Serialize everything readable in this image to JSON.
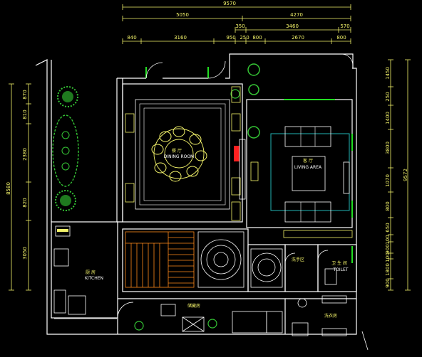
{
  "colors": {
    "background": "#000000",
    "wall": "#ffffff",
    "dimension": "#f3f36a",
    "plant": "#35c535",
    "window": "#22dd22",
    "furniture": "#f3f36a",
    "stair": "#ff8a1a",
    "red_mark": "#ff2020",
    "cyan_rug": "#22b5b5"
  },
  "dimensions": {
    "top_total": "9570",
    "top_row2": [
      "5050",
      "4270"
    ],
    "top_row3": [
      "350",
      "3460",
      "570"
    ],
    "top_row4": [
      "840",
      "3160",
      "950",
      "250",
      "800",
      "2670",
      "800"
    ],
    "left_total": "8580",
    "left_segments": [
      "870",
      "810",
      "2380",
      "820",
      "3050"
    ],
    "right_total": "9572",
    "right_segments": [
      "1450",
      "250",
      "1400",
      "3800",
      "1070",
      "800",
      "650",
      "100",
      "900",
      "100",
      "1800",
      "900"
    ]
  },
  "rooms": {
    "dining_cn": "餐 厅",
    "dining_en": "DINING ROOM",
    "living_cn": "客 厅",
    "living_en": "LIVING   AREA",
    "kitchen_cn": "厨 房",
    "kitchen_en": "KITCHEN",
    "wash_cn": "洗手区",
    "toilet_cn": "卫 生 间",
    "toilet_en": "TOILET",
    "storage_cn": "储藏房",
    "laundry_cn": "洗衣房"
  }
}
